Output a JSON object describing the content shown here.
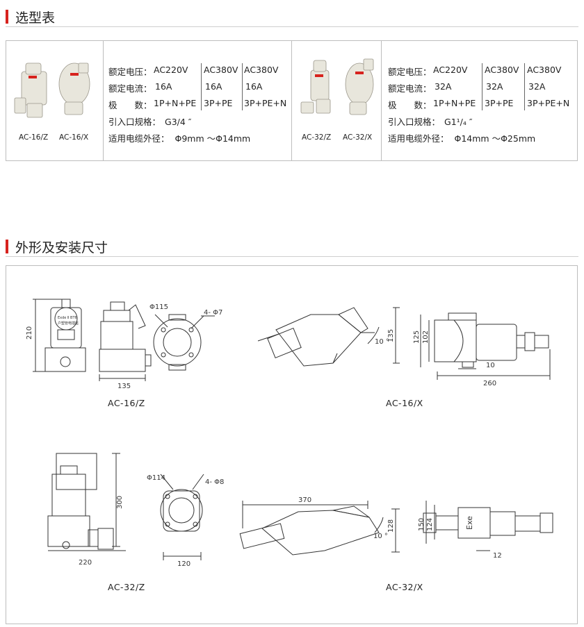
{
  "colors": {
    "accent": "#d7231e",
    "line": "#333333",
    "border": "#bdbdbd"
  },
  "sections": {
    "selection_title": "选型表",
    "dimension_title": "外形及安装尺寸"
  },
  "spec_table": {
    "left": {
      "product_images": [
        "AC-16/Z",
        "AC-16/X"
      ],
      "rated_voltage_label": "额定电压：",
      "rated_current_label": "额定电流：",
      "poles_label": "极　　数：",
      "cols": [
        {
          "voltage": "AC220V",
          "current": "16A",
          "poles": "1P+N+PE"
        },
        {
          "voltage": "AC380V",
          "current": "16A",
          "poles": "3P+PE"
        },
        {
          "voltage": "AC380V",
          "current": "16A",
          "poles": "3P+PE+N"
        }
      ],
      "inlet_label": "引入口规格：",
      "inlet_value": "G3/4 ″",
      "cable_label": "适用电缆外径：",
      "cable_value": "Φ9mm ～Φ14mm"
    },
    "right": {
      "product_images": [
        "AC-32/Z",
        "AC-32/X"
      ],
      "rated_voltage_label": "额定电压：",
      "rated_current_label": "额定电流：",
      "poles_label": "极　　数：",
      "cols": [
        {
          "voltage": "AC220V",
          "current": "32A",
          "poles": "1P+N+PE"
        },
        {
          "voltage": "AC380V",
          "current": "32A",
          "poles": "3P+PE"
        },
        {
          "voltage": "AC380V",
          "current": "32A",
          "poles": "3P+PE+N"
        }
      ],
      "inlet_label": "引入口规格：",
      "inlet_value": "G1¹/₄ ″",
      "cable_label": "适用电缆外径：",
      "cable_value": "Φ14mm ～Φ25mm"
    }
  },
  "drawings": {
    "ac16z": {
      "label": "AC-16/Z",
      "dim_height": "210",
      "dim_width": "135",
      "dim_bolt_circle": "Φ115",
      "dim_holes": "4- Φ7",
      "nameplate_line1": "Exde Ⅱ BT6",
      "nameplate_line2": "户塑管电插座"
    },
    "ac16x": {
      "label": "AC-16/X",
      "dim_angle": "10 °",
      "dim_135": "135",
      "dim_125": "125",
      "dim_102": "102",
      "dim_10": "10",
      "dim_260": "260"
    },
    "ac32z": {
      "label": "AC-32/Z",
      "dim_height": "300",
      "dim_width": "220",
      "dim_bolt_circle": "Φ114",
      "dim_holes": "4- Φ8",
      "dim_base": "120"
    },
    "ac32x": {
      "label": "AC-32/X",
      "dim_length": "370",
      "dim_angle": "10 °",
      "dim_128": "128",
      "dim_150": "150",
      "dim_124": "124",
      "dim_12": "12",
      "marking": "Exe"
    }
  }
}
